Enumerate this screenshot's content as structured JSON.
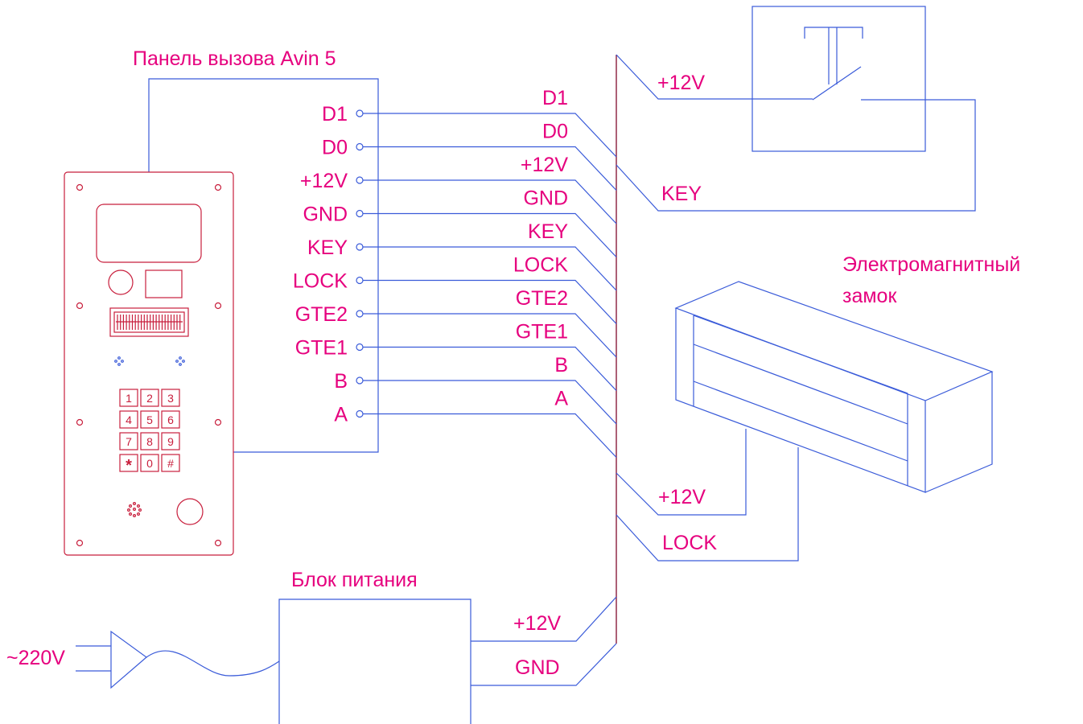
{
  "labels": {
    "panel_title": "Панель вызова Avin 5",
    "lock_title_line1": "Электромагнитный",
    "lock_title_line2": "замок",
    "psu_title": "Блок питания",
    "mains": "~220V"
  },
  "panel_terminals": [
    "D1",
    "D0",
    "+12V",
    "GND",
    "KEY",
    "LOCK",
    "GTE2",
    "GTE1",
    "B",
    "A"
  ],
  "bus_wire_labels": [
    "D1",
    "D0",
    "+12V",
    "GND",
    "KEY",
    "LOCK",
    "GTE2",
    "GTE1",
    "B",
    "A"
  ],
  "button": {
    "plus_label": "+12V",
    "key_label": "KEY"
  },
  "lock": {
    "plus_label": "+12V",
    "lock_label": "LOCK"
  },
  "psu": {
    "plus_label": "+12V",
    "gnd_label": "GND"
  },
  "keypad": [
    "1",
    "2",
    "3",
    "4",
    "5",
    "6",
    "7",
    "8",
    "9",
    "*",
    "0",
    "#"
  ],
  "colors": {
    "text": "#e6007e",
    "wires": "#3a5bd9",
    "panel": "#c81e3c",
    "bus": "#8a1c3c"
  }
}
